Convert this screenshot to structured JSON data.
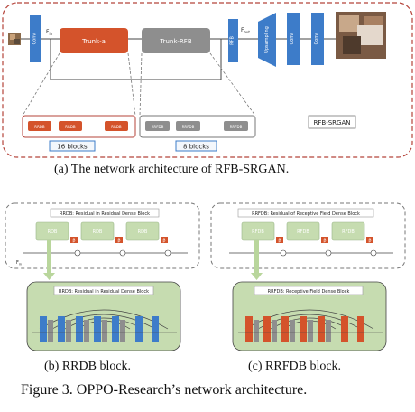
{
  "panel_a": {
    "conv_label": "Conv",
    "fin_label": "F",
    "fin_sub": "in",
    "trunk_a": "Trunk-a",
    "trunk_rfb": "Trunk-RFB",
    "rfb_label": "RFB",
    "fout_label": "F",
    "fout_sub": "out",
    "upsampling": "Upsampling",
    "conv2": "Conv",
    "conv3": "Conv",
    "block_rrdb": "RRDB",
    "block_rrfdb": "RRFDB",
    "dots": "· · ·",
    "count_16": "16 blocks",
    "count_8": "8 blocks",
    "title_box": "RFB-SRGAN",
    "caption": "(a)  The network architecture of RFB-SRGAN."
  },
  "panel_b": {
    "top_title": "RRDB: Residual in Residual Dense Block",
    "sub_title": "RRDB: Residual in Residual Dense Block",
    "block": "RDB",
    "beta": "β",
    "fin": "F",
    "fin_sub": "in",
    "caption": "(b)  RRDB block."
  },
  "panel_c": {
    "top_title": "RRFDB: Residual of Receptive Field Dense Block",
    "sub_title": "RRFDB: Receptive Field Dense Block",
    "block": "RFDB",
    "beta": "β",
    "caption": "(c)  RRFDB block."
  },
  "figure_caption": "Figure 3. OPPO-Research’s network architecture.",
  "colors": {
    "conv_blue": "#3d7cc9",
    "trunk_red": "#d4532b",
    "trunk_gray": "#8e8e8e",
    "dense_green": "#c6dcb0",
    "dash_red": "#b5433a",
    "dash_gray": "#777777"
  }
}
